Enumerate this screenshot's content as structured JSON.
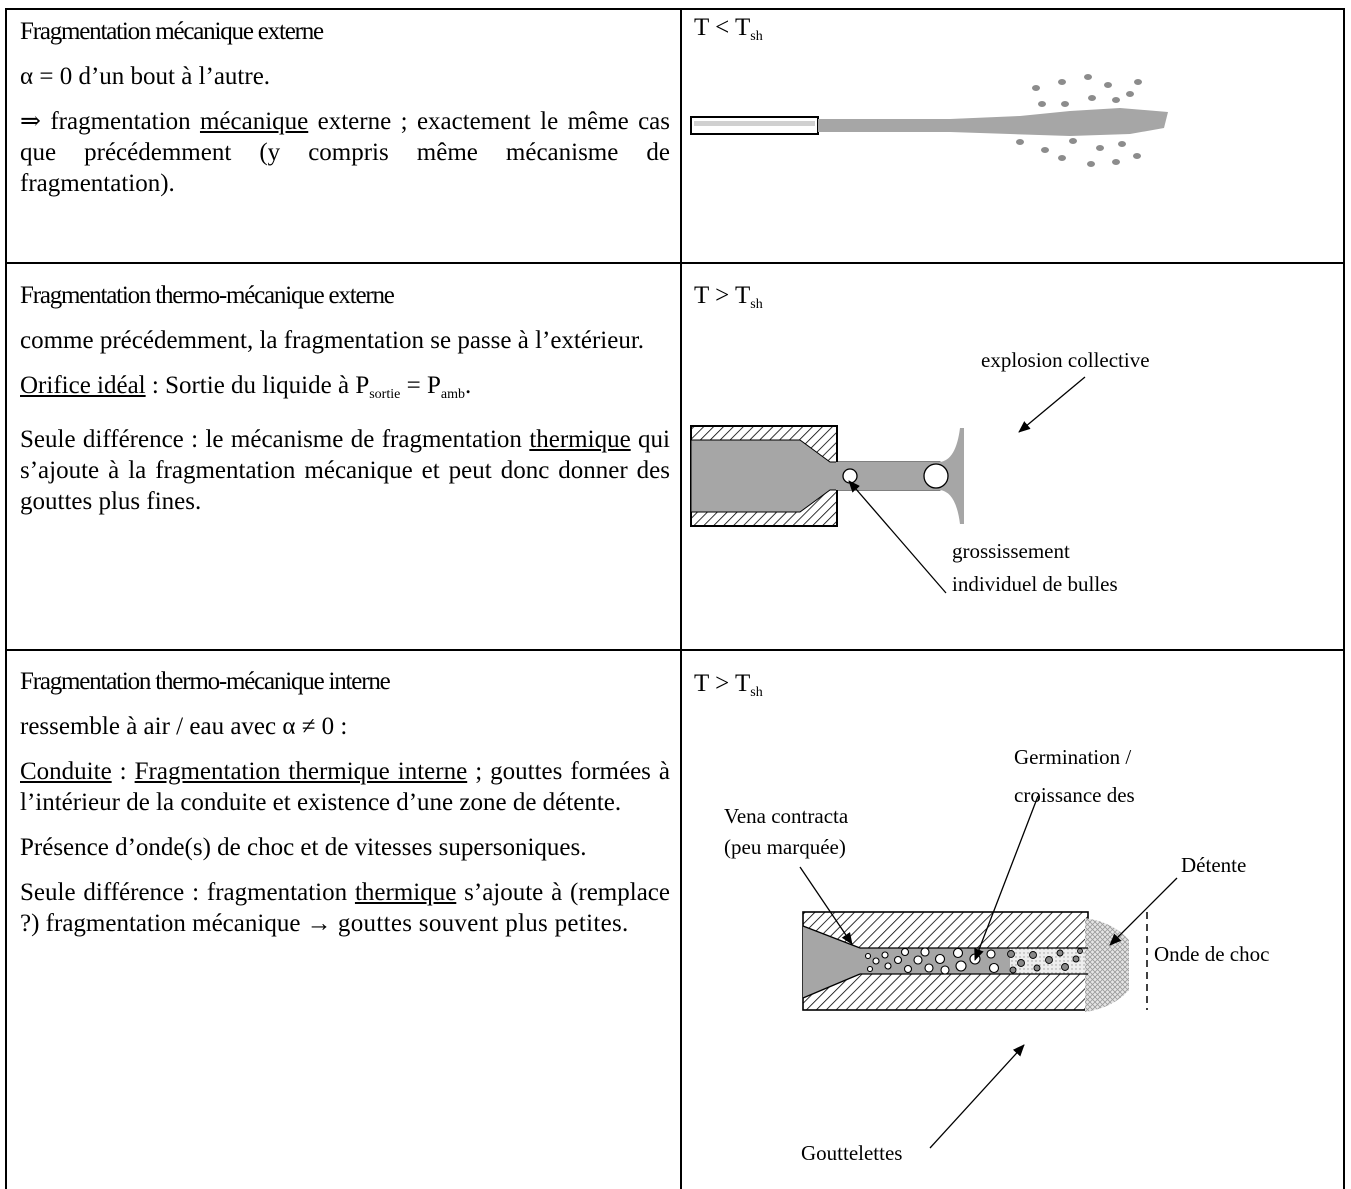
{
  "rows": [
    {
      "heading": "Fragmentation mécanique externe",
      "lines": [
        "α = 0 d’un bout à l’autre."
      ],
      "arrow_symbol": "⇒",
      "p_a": " fragmentation ",
      "p_u": "mécanique",
      "p_b": " externe ; exactement le même cas que précédemment (y compris même mécanisme de fragmentation).",
      "condition": {
        "T": "T",
        "op": "<",
        "Tsh": "T",
        "sub": "sh"
      }
    },
    {
      "heading": "Fragmentation thermo-mécanique externe",
      "line1": "comme précédemment, la fragmentation se passe à l’extérieur.",
      "orifice_u": "Orifice idéal",
      "orifice_a": " : Sortie du liquide à ",
      "p_sortie": "P",
      "p_sortie_sub": "sortie",
      "eq": " = ",
      "p_amb": "P",
      "p_amb_sub": "amb",
      "dot": ".",
      "diff_a": "Seule différence : le mécanisme de fragmentation ",
      "diff_u": "thermique",
      "diff_b": " qui s’ajoute à la fragmentation mécanique et peut donc donner des gouttes plus fines.",
      "condition": {
        "T": "T",
        "op": ">",
        "Tsh": "T",
        "sub": "sh"
      },
      "labels": {
        "explosion": "explosion collective",
        "growth_1": "grossissement",
        "growth_2": "individuel de bulles"
      }
    },
    {
      "heading": "Fragmentation thermo-mécanique interne",
      "line1": "ressemble à air / eau avec α ≠ 0 :",
      "cond_u": "Conduite",
      "cond_sep": " : ",
      "cond_u2": "Fragmentation thermique interne",
      "cond_b": " ; gouttes formées à l’intérieur de la conduite et existence d’une zone de détente.",
      "shock": "Présence d’onde(s) de choc et de vitesses supersoniques.",
      "diff_a": "Seule différence : fragmentation ",
      "diff_u": "thermique",
      "diff_b": " s’ajoute à (remplace ?) fragmentation mécanique → ",
      "diff_c": "gouttes souvent plus petites.",
      "condition": {
        "T": "T",
        "op": ">",
        "Tsh": "T",
        "sub": "sh"
      },
      "labels": {
        "germination_1": "Germination /",
        "germination_2": "croissance des",
        "vena_1": "Vena contracta",
        "vena_2": "(peu marquée)",
        "detente": "Détente",
        "onde": "Onde de choc",
        "gouttelettes": "Gouttelettes"
      }
    }
  ],
  "colors": {
    "liquid": "#a6a6a6",
    "border": "#000000",
    "spray": "#8c8c8c"
  }
}
